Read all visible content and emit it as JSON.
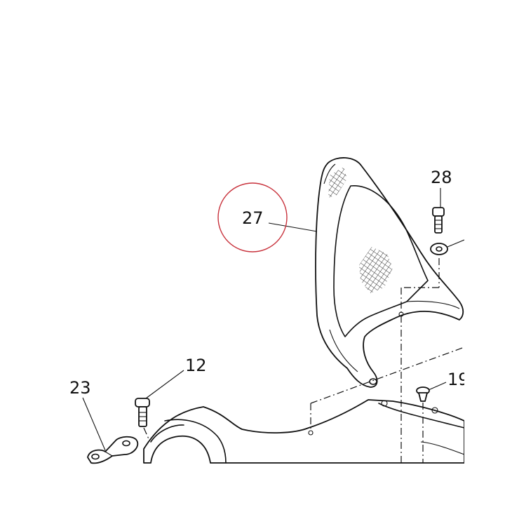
{
  "callouts": {
    "c27": "27",
    "c28": "28",
    "c12": "12",
    "c23": "23",
    "c19": "19"
  },
  "highlight": {
    "target": "27",
    "color": "#c8323c"
  },
  "colors": {
    "ink": "#111111",
    "paper": "#ffffff"
  }
}
